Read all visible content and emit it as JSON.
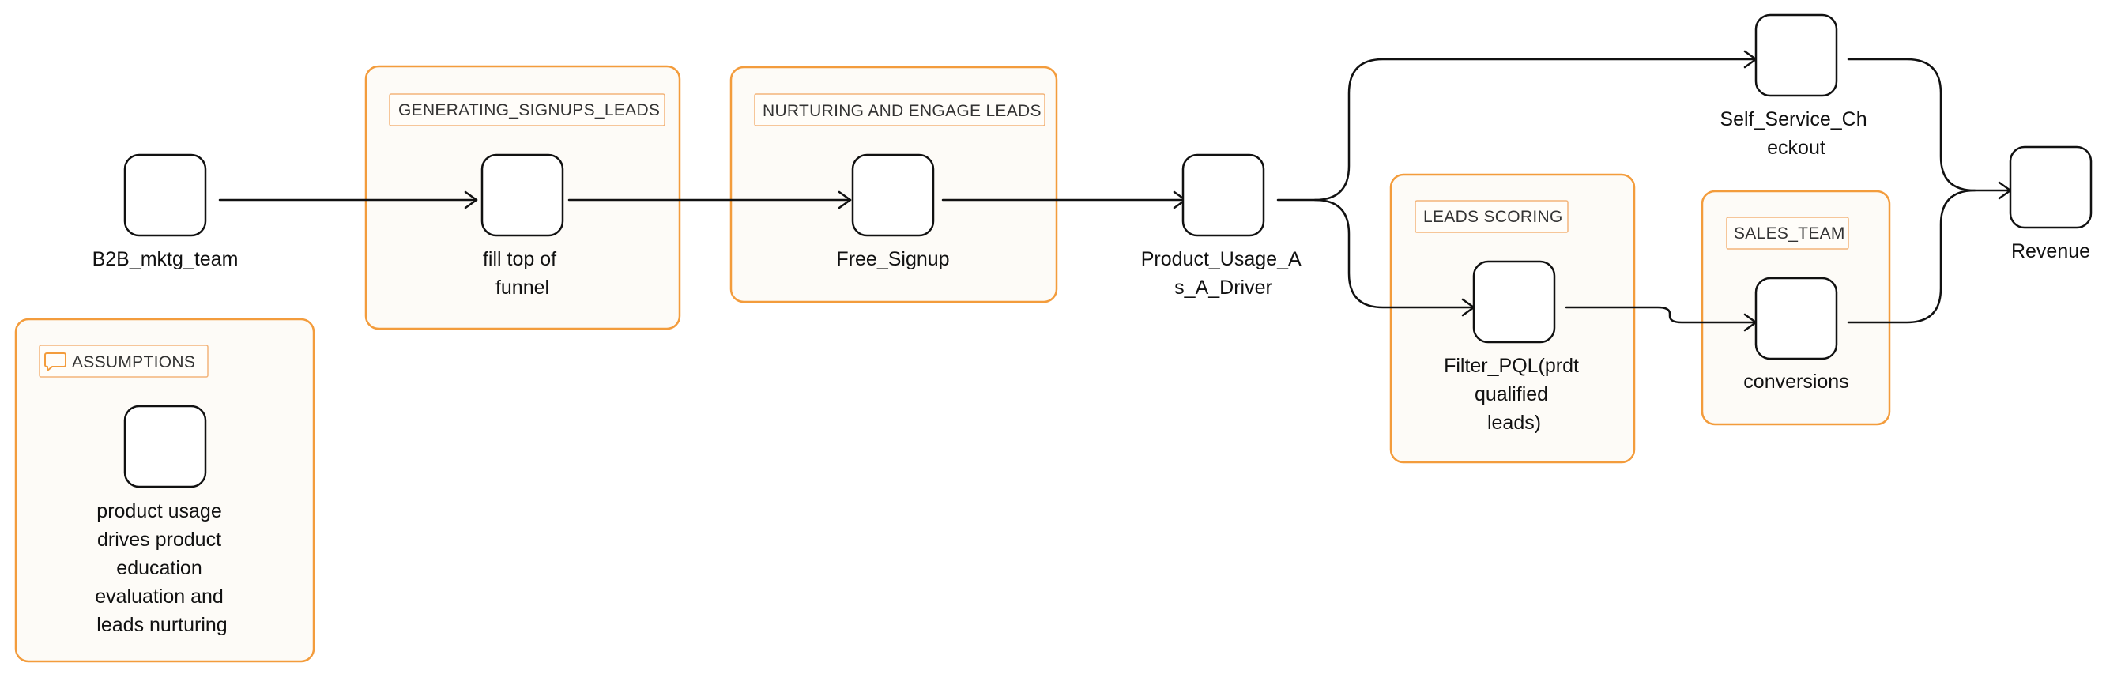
{
  "diagram": {
    "groups": {
      "generating": {
        "title": "GENERATING_SIGNUPS_LEADS"
      },
      "nurturing": {
        "title": "NURTURING AND ENGAGE LEADS"
      },
      "leads_scoring": {
        "title": "LEADS SCORING"
      },
      "sales_team": {
        "title": "SALES_TEAM"
      },
      "assumptions": {
        "title": "ASSUMPTIONS",
        "icon": "comment-icon"
      }
    },
    "nodes": {
      "b2b": {
        "label": [
          "B2B_mktg_team"
        ]
      },
      "fill_top": {
        "label": [
          "fill top of",
          "funnel"
        ]
      },
      "free_signup": {
        "label": [
          "Free_Signup"
        ]
      },
      "product_usage": {
        "label": [
          "Product_Usage_A",
          "s_A_Driver"
        ]
      },
      "self_service": {
        "label": [
          "Self_Service_Ch",
          "eckout"
        ]
      },
      "filter_pql": {
        "label": [
          "Filter_PQL(prdt",
          "qualified",
          "leads)"
        ]
      },
      "conversions": {
        "label": [
          "conversions"
        ]
      },
      "revenue": {
        "label": [
          "Revenue"
        ]
      },
      "assumption_note": {
        "label": [
          "product usage",
          "drives product",
          "education",
          "evaluation and",
          "leads nurturing"
        ]
      }
    },
    "edges": [
      {
        "from": "b2b",
        "to": "fill_top"
      },
      {
        "from": "fill_top",
        "to": "free_signup"
      },
      {
        "from": "free_signup",
        "to": "product_usage"
      },
      {
        "from": "product_usage",
        "to": "self_service"
      },
      {
        "from": "product_usage",
        "to": "filter_pql"
      },
      {
        "from": "filter_pql",
        "to": "conversions"
      },
      {
        "from": "self_service",
        "to": "revenue"
      },
      {
        "from": "conversions",
        "to": "revenue"
      }
    ],
    "colors": {
      "group_border": "#f39c3c",
      "group_fill": "#fdfbf7",
      "node_border": "#111111",
      "text": "#111111"
    }
  }
}
